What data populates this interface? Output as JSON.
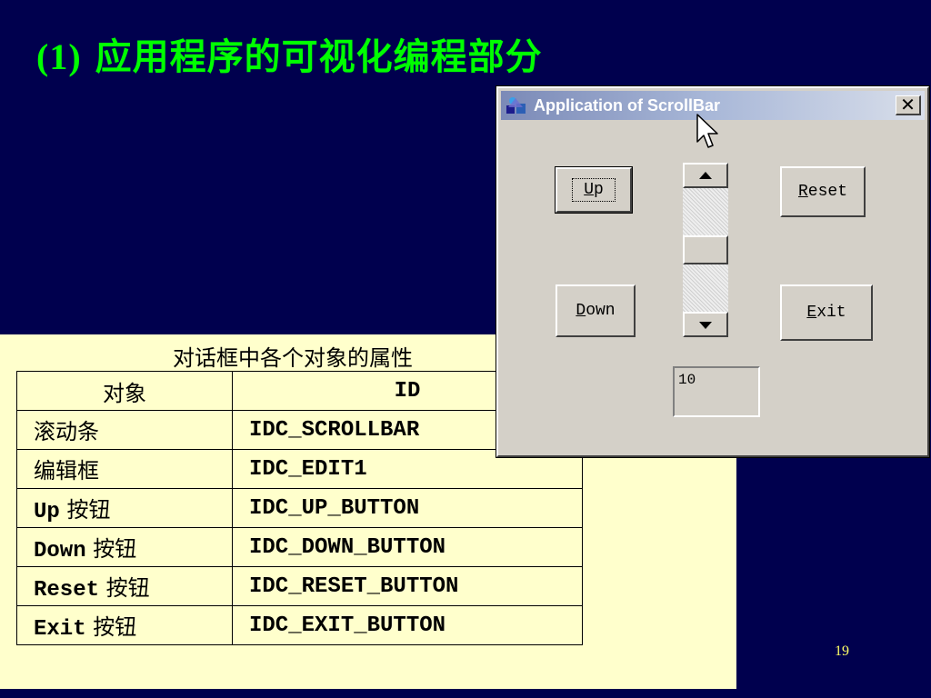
{
  "slide": {
    "title_num": "(1)",
    "title_text": "应用程序的可视化编程部分",
    "page_number": "19"
  },
  "table": {
    "caption": "对话框中各个对象的属性",
    "headers": [
      "对象",
      "ID"
    ],
    "rows": [
      {
        "obj_mono": "",
        "obj_cjk": "滚动条",
        "id": "IDC_SCROLLBAR"
      },
      {
        "obj_mono": "",
        "obj_cjk": "编辑框",
        "id": "IDC_EDIT1"
      },
      {
        "obj_mono": "Up",
        "obj_cjk": "按钮",
        "id": "IDC_UP_BUTTON"
      },
      {
        "obj_mono": "Down",
        "obj_cjk": "按钮",
        "id": "IDC_DOWN_BUTTON"
      },
      {
        "obj_mono": "Reset",
        "obj_cjk": "按钮",
        "id": "IDC_RESET_BUTTON"
      },
      {
        "obj_mono": "Exit",
        "obj_cjk": "按钮",
        "id": "IDC_EXIT_BUTTON"
      }
    ]
  },
  "dialog": {
    "title": "Application of ScrollBar",
    "close_glyph": "✕",
    "buttons": {
      "up": {
        "mnemonic": "U",
        "rest": "p"
      },
      "down": {
        "mnemonic": "D",
        "rest": "own"
      },
      "reset": {
        "mnemonic": "R",
        "rest": "eset"
      },
      "exit": {
        "mnemonic": "E",
        "rest": "xit"
      }
    },
    "edit_value": "10",
    "scroll_up_glyph": "▲",
    "scroll_down_glyph": "▼",
    "icons": {
      "app": "app-icon",
      "cursor": "mouse-cursor-icon"
    }
  },
  "colors": {
    "background": "#00004e",
    "title": "#00ff00",
    "panel": "#ffffcc",
    "dialog_face": "#d4d0c8",
    "page_number": "#ffff66"
  }
}
